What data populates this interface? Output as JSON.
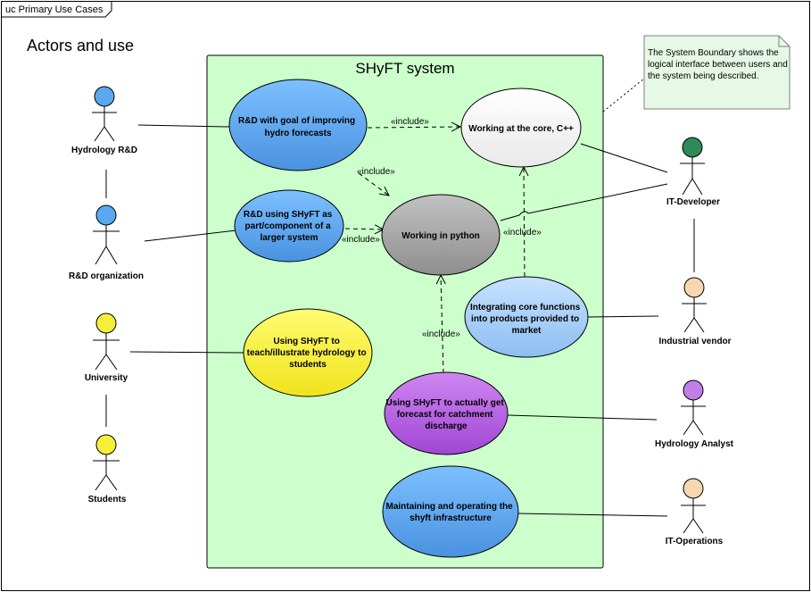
{
  "frame": {
    "tab_label": "uc Primary Use Cases"
  },
  "heading": "Actors and use",
  "system": {
    "title": "SHyFT system"
  },
  "note": {
    "lines": [
      "The System Boundary shows the",
      "logical interface between users and",
      "the system being described."
    ]
  },
  "colors": {
    "boundary_fill": "#ccffcc",
    "note_fill": "#e6f9e6",
    "blue": "#5aa9f0",
    "light_blue": "#a8d0f8",
    "yellow": "#f5ef3a",
    "purple": "#b55ce0",
    "gray": "#a9a9a9",
    "white": "#f6f6f6",
    "green_actor": "#2e8b57",
    "peach_actor": "#f5d8b0",
    "violet_actor": "#c07fe6"
  },
  "actors": [
    {
      "id": "hydrology-rd",
      "label": "Hydrology R&D",
      "color": "#5aa9f0"
    },
    {
      "id": "rd-organization",
      "label": "R&D organization",
      "color": "#5aa9f0"
    },
    {
      "id": "university",
      "label": "University",
      "color": "#f5ef3a"
    },
    {
      "id": "students",
      "label": "Students",
      "color": "#f5ef3a"
    },
    {
      "id": "it-developer",
      "label": "IT-Developer",
      "color": "#2e8b57"
    },
    {
      "id": "industrial-vendor",
      "label": "Industrial vendor",
      "color": "#f5d8b0"
    },
    {
      "id": "hydrology-analyst",
      "label": "Hydrology Analyst",
      "color": "#c07fe6"
    },
    {
      "id": "it-operations",
      "label": "IT-Operations",
      "color": "#f5d8b0"
    }
  ],
  "use_cases": [
    {
      "id": "uc-rd-forecasts",
      "lines": [
        "R&D with goal of improving",
        "hydro forecasts"
      ],
      "color": "#5aa9f0"
    },
    {
      "id": "uc-core-cpp",
      "lines": [
        "Working at the core, C++"
      ],
      "color": "#f6f6f6"
    },
    {
      "id": "uc-rd-component",
      "lines": [
        "R&D using SHyFT as",
        "part/component of a",
        "larger system"
      ],
      "color": "#5aa9f0"
    },
    {
      "id": "uc-python",
      "lines": [
        "Working in python"
      ],
      "color": "#a9a9a9"
    },
    {
      "id": "uc-integrating",
      "lines": [
        "Integrating core functions",
        "into products provided to",
        "market"
      ],
      "color": "#a8d0f8"
    },
    {
      "id": "uc-teach",
      "lines": [
        "Using SHyFT to",
        "teach/illustrate hydrology to",
        "students"
      ],
      "color": "#f5ef3a"
    },
    {
      "id": "uc-forecast-catchment",
      "lines": [
        "Using SHyFT to actually get",
        "forecast for catchment",
        "discharge"
      ],
      "color": "#b55ce0"
    },
    {
      "id": "uc-maintaining",
      "lines": [
        "Maintaining and operating the",
        "shyft infrastructure"
      ],
      "color": "#5aa9f0"
    }
  ],
  "include_label": "«include»"
}
